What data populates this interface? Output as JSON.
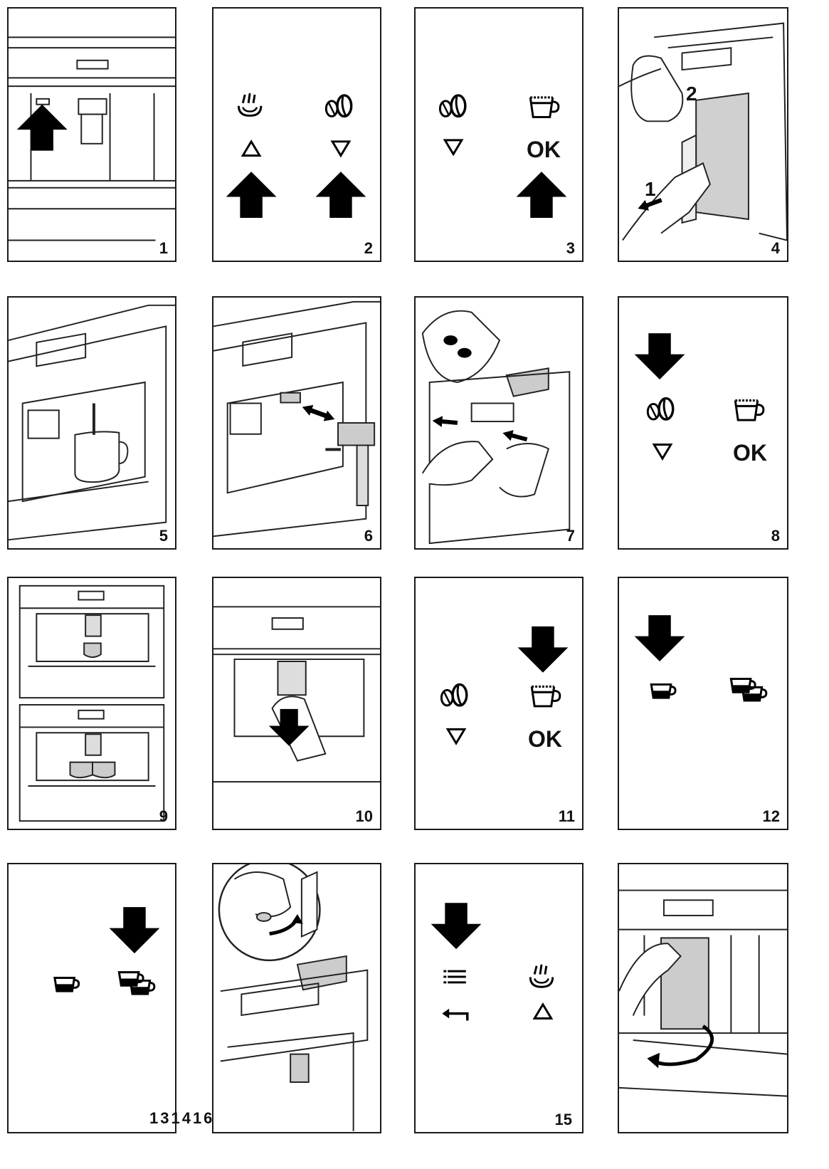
{
  "colors": {
    "line": "#1a1a1a",
    "fill": "#000000",
    "gray": "#c9c9c9",
    "hand": "#ffffff"
  },
  "panels": [
    {
      "num": "1"
    },
    {
      "num": "2"
    },
    {
      "num": "3"
    },
    {
      "num": "4"
    },
    {
      "num": "5"
    },
    {
      "num": "6"
    },
    {
      "num": "7"
    },
    {
      "num": "8"
    },
    {
      "num": "9"
    },
    {
      "num": "10"
    },
    {
      "num": "11"
    },
    {
      "num": "12"
    },
    {
      "num": "131416"
    },
    {
      "num": ""
    },
    {
      "num": "15"
    },
    {
      "num": ""
    }
  ],
  "labels": {
    "ok": "OK",
    "step_one": "1",
    "step_two": "2"
  },
  "icons": [
    "steam-icon",
    "beans-icon",
    "cup-level-icon",
    "single-cup-icon",
    "double-cup-icon",
    "menu-icon",
    "back-icon",
    "up-triangle-icon",
    "down-triangle-icon",
    "arrow-up-icon",
    "arrow-down-icon"
  ]
}
